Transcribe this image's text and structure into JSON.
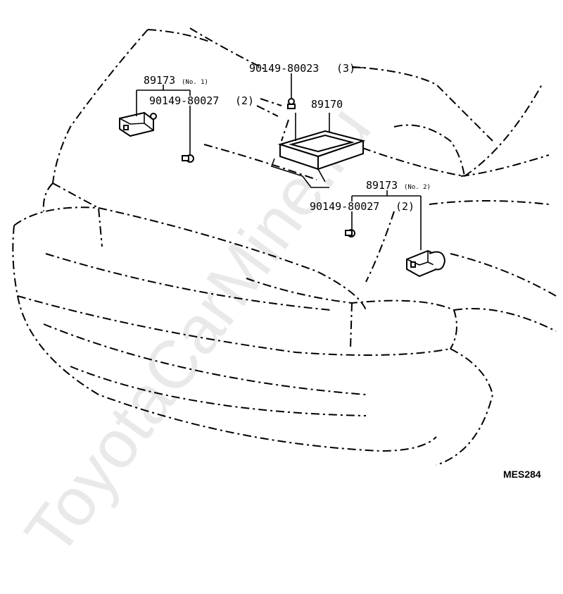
{
  "watermark": "ToyotaCarMine.ru",
  "diagram_code": "MES284",
  "labels": {
    "screw_top": {
      "part_no": "90149-80023",
      "qty": "(3)"
    },
    "ecu": {
      "part_no": "89170"
    },
    "sensor_no1": {
      "part_no": "89173",
      "sub": "(No. 1)"
    },
    "bolt_no1": {
      "part_no": "90149-80027",
      "qty": "(2)"
    },
    "sensor_no2": {
      "part_no": "89173",
      "sub": "(No. 2)"
    },
    "bolt_no2": {
      "part_no": "90149-80027",
      "qty": "(2)"
    }
  }
}
